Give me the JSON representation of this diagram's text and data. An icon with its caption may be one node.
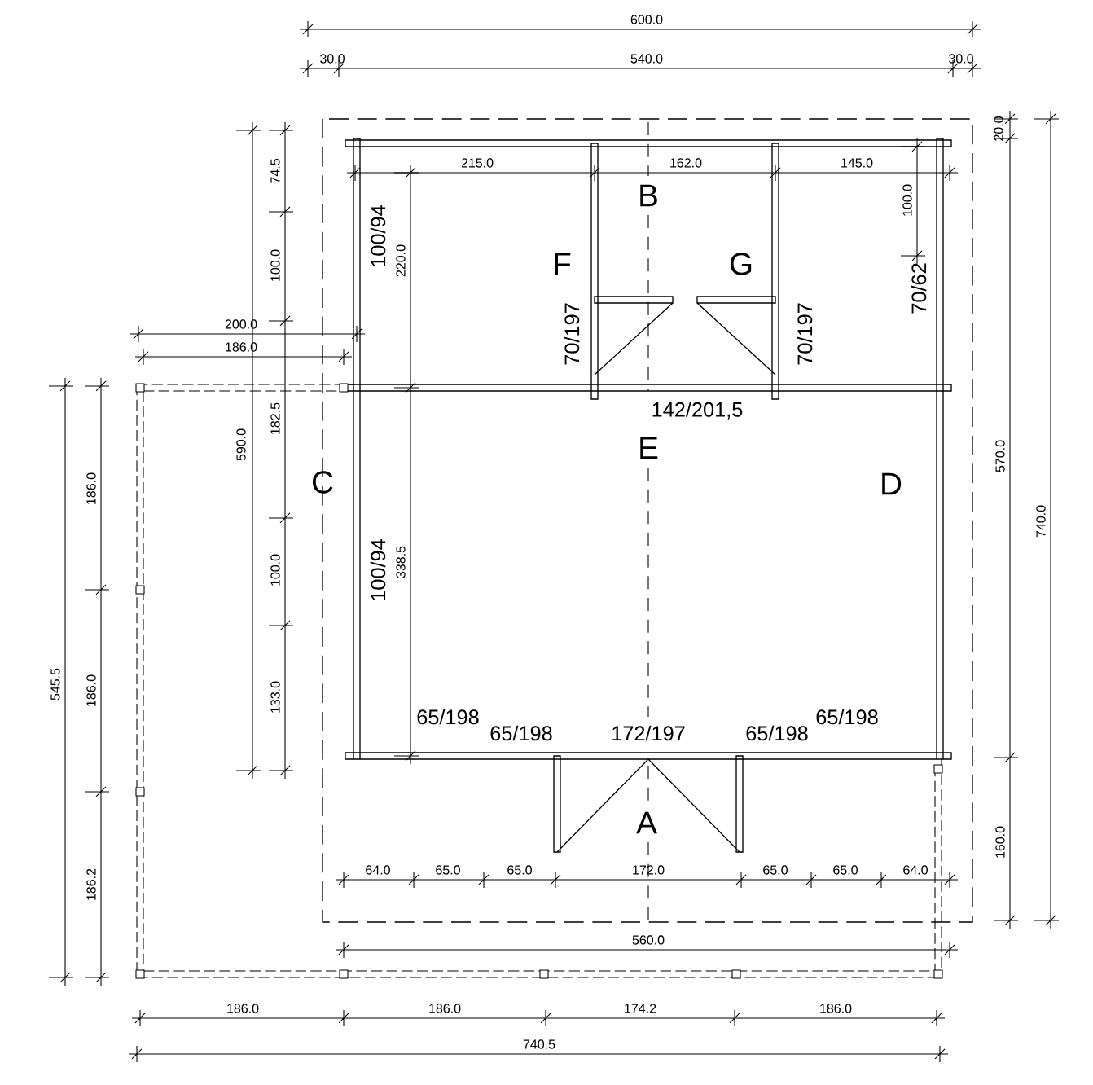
{
  "diagram": {
    "labels": [
      "600.0",
      "30.0",
      "540.0",
      "30.0",
      "215.0",
      "162.0",
      "145.0",
      "B",
      "20.0",
      "74.5",
      "100.0",
      "100/94",
      "220.0",
      "F",
      "G",
      "100.0",
      "70/62",
      "70/197",
      "70/197",
      "200.0",
      "186.0",
      "142/201,5",
      "182.5",
      "590.0",
      "E",
      "C",
      "D",
      "186.0",
      "570.0",
      "740.0",
      "100.0",
      "100/94",
      "338.5",
      "545.5",
      "186.0",
      "133.0",
      "65/198",
      "65/198",
      "172/197",
      "65/198",
      "65/198",
      "A",
      "186.2",
      "160.0",
      "64.0",
      "65.0",
      "65.0",
      "172.0",
      "65.0",
      "65.0",
      "64.0",
      "560.0",
      "186.0",
      "186.0",
      "174.2",
      "186.0",
      "740.5"
    ]
  }
}
